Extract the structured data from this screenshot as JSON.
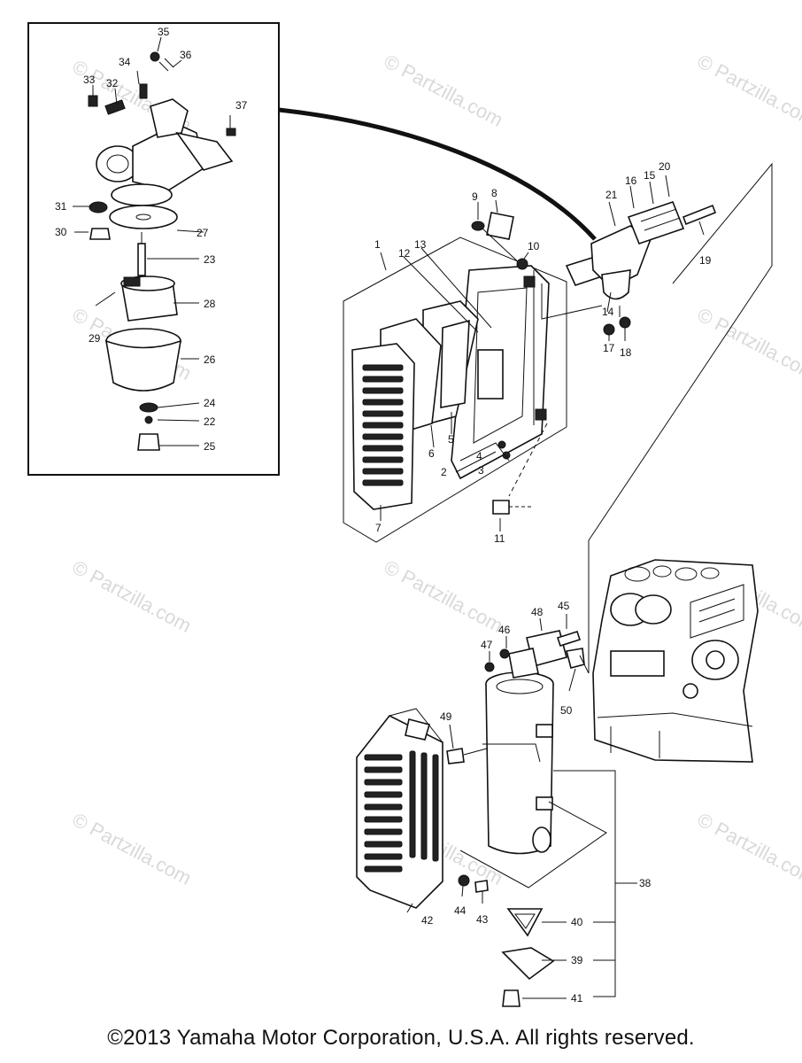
{
  "copyright": "©2013 Yamaha Motor Corporation, U.S.A. All rights reserved.",
  "watermark": "© Partzilla.com",
  "part_numbers": [
    "1",
    "2",
    "3",
    "4",
    "5",
    "6",
    "7",
    "8",
    "9",
    "10",
    "11",
    "12",
    "13",
    "14",
    "15",
    "16",
    "17",
    "18",
    "19",
    "20",
    "21",
    "22",
    "23",
    "24",
    "25",
    "26",
    "27",
    "28",
    "29",
    "30",
    "31",
    "32",
    "33",
    "34",
    "35",
    "36",
    "37",
    "38",
    "39",
    "40",
    "41",
    "42",
    "43",
    "44",
    "45",
    "46",
    "47",
    "48",
    "49",
    "50"
  ]
}
